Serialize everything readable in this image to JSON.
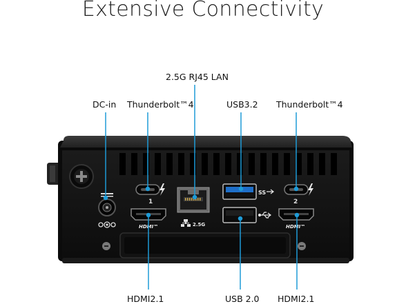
{
  "title": "Extensive Connectivity",
  "labels": {
    "dc_in": "DC-in",
    "thunderbolt_left": "Thunderbolt™4",
    "lan": "2.5G RJ45 LAN",
    "usb32": "USB3.2",
    "thunderbolt_right": "Thunderbolt™4",
    "hdmi_left": "HDMI2.1",
    "usb20": "USB 2.0",
    "hdmi_right": "HDMI2.1"
  },
  "port_marks": {
    "tb_left_num": "1",
    "tb_right_num": "2",
    "hdmi_logo": "HDMI™",
    "lan_speed": "2.5G"
  },
  "colors": {
    "callout": "#1e9bd7",
    "chassis": "#141414",
    "top_lid": "#2b2b2b"
  },
  "icons": [
    "lightning-bolt-icon",
    "usb-ss-icon",
    "usb-icon",
    "network-icon",
    "dc-polarity-icon"
  ]
}
